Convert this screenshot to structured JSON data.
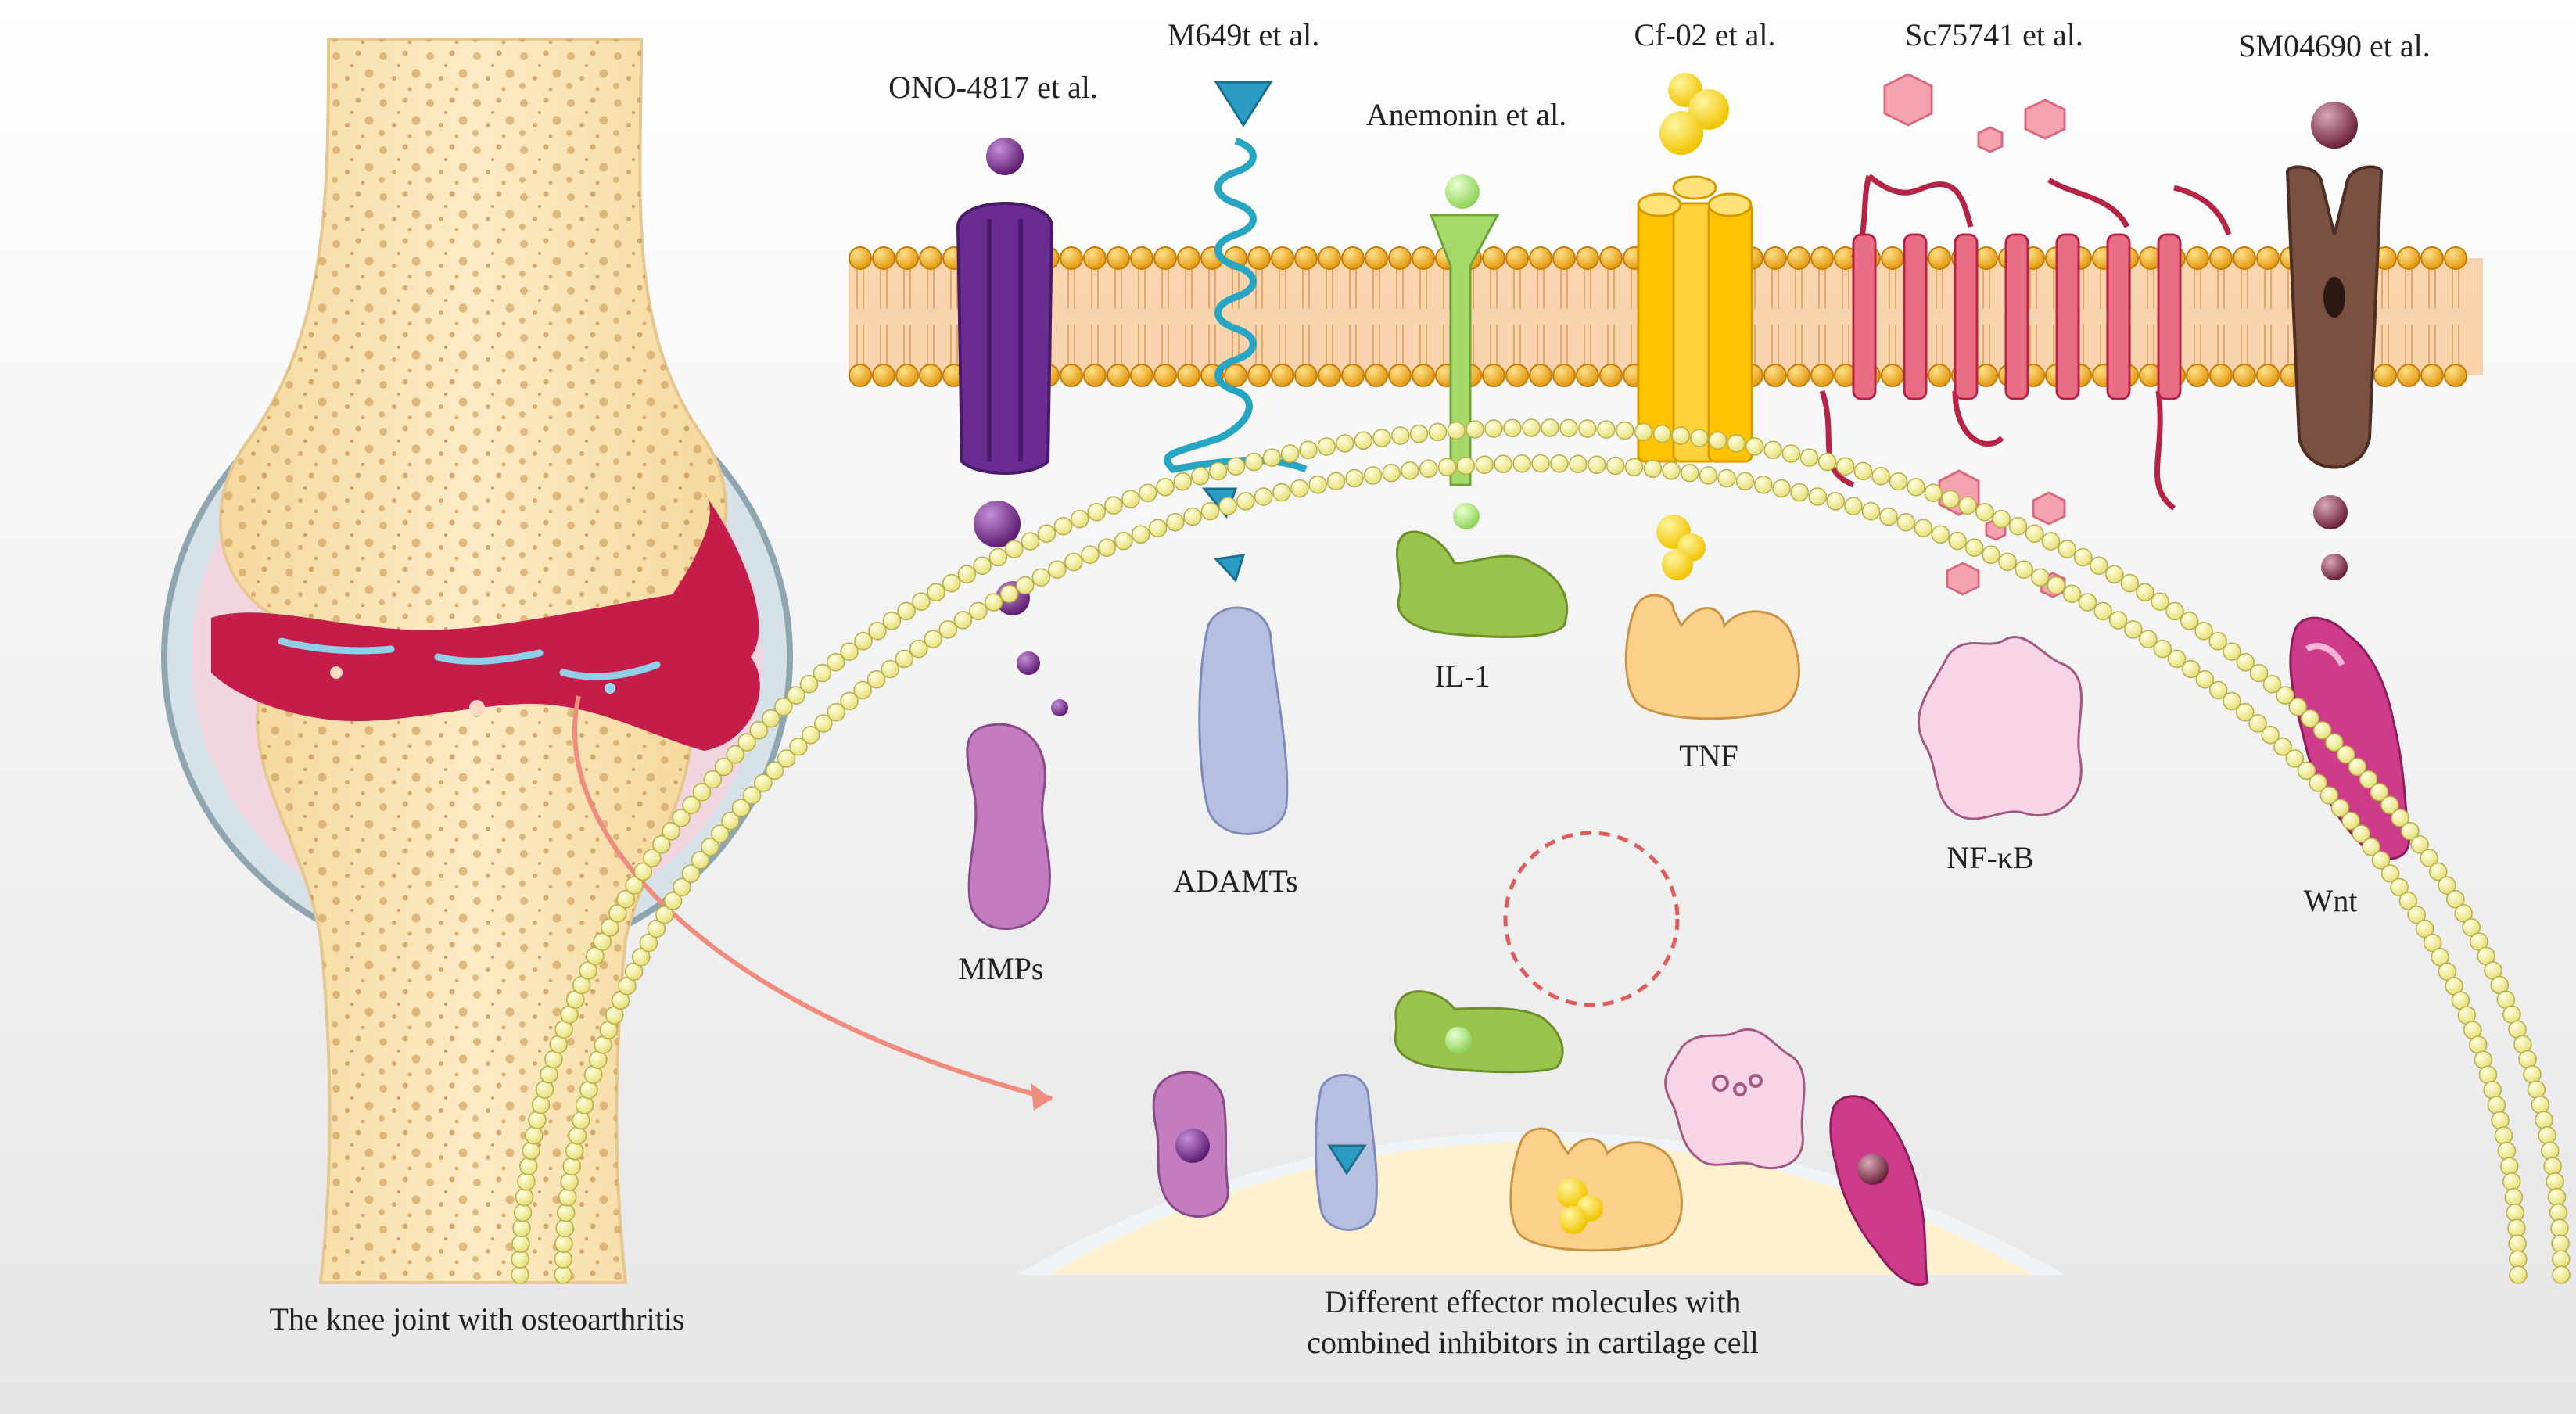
{
  "knee": {
    "caption": "The knee joint with osteoarthritis"
  },
  "inhibitors": [
    {
      "name": "ONO-4817 et al."
    },
    {
      "name": "M649t et al."
    },
    {
      "name": "Anemonin et al."
    },
    {
      "name": "Cf-02 et al."
    },
    {
      "name": "Sc75741 et al."
    },
    {
      "name": "SM04690 et al."
    }
  ],
  "effectors": [
    {
      "label": "MMPs"
    },
    {
      "label": "ADAMTs"
    },
    {
      "label": "IL-1"
    },
    {
      "label": "TNF"
    },
    {
      "label": "NF-κB"
    },
    {
      "label": "Wnt"
    }
  ],
  "cell": {
    "caption_line1": "Different effector molecules with",
    "caption_line2": "combined inhibitors in cartilage cell"
  },
  "colors": {
    "background_gradient_bottom": "#e6e6e6",
    "bone": "#fbe5b4",
    "bone_pores": "#d4a765",
    "cartilage_inflamed": "#c41d4a",
    "synovial_capsule": "#b5c7cf",
    "membrane_head": "#f4a823",
    "membrane_tail": "#f7c48e",
    "mmp_receptor": "#6a2c91",
    "adamts_receptor": "#26a6c2",
    "il1_receptor": "#a5d96a",
    "tnf_receptor": "#ffc200",
    "nfkb_receptor": "#e96d85",
    "wnt_receptor": "#7a5040",
    "arrow": "#f08b7e"
  }
}
